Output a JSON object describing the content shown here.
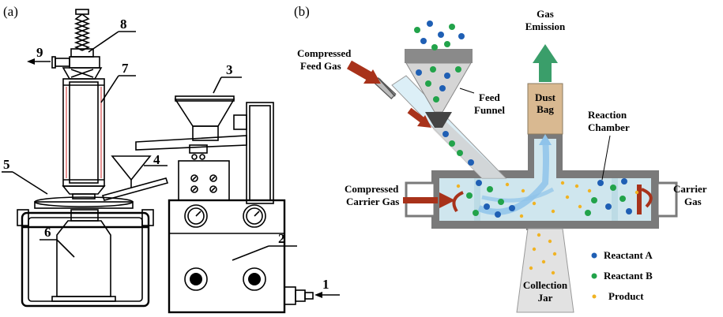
{
  "panels": [
    {
      "label": "(a)"
    },
    {
      "label": "(b)"
    }
  ],
  "panel_a": {
    "numbers": [
      "9",
      "8",
      "7",
      "3",
      "4",
      "5",
      "6",
      "2",
      "1"
    ]
  },
  "panel_b": {
    "labels": {
      "compressed_feed_gas_1": "Compressed",
      "compressed_feed_gas_2": "Feed Gas",
      "feed_funnel_1": "Feed",
      "feed_funnel_2": "Funnel",
      "gas_emission_1": "Gas",
      "gas_emission_2": "Emission",
      "dust_bag_1": "Dust",
      "dust_bag_2": "Bag",
      "reaction_chamber_1": "Reaction",
      "reaction_chamber_2": "Chamber",
      "compressed_carrier_gas_1": "Compressed",
      "compressed_carrier_gas_2": "Carrier Gas",
      "carrier_gas_1": "Carrier",
      "carrier_gas_2": "Gas",
      "collection_jar_1": "Collection",
      "collection_jar_2": "Jar"
    },
    "legend": [
      {
        "label": "Reactant A",
        "color": "#1f5fb4"
      },
      {
        "label": "Reactant B",
        "color": "#22a34a"
      },
      {
        "label": "Product",
        "color": "#f0b323"
      }
    ],
    "colors": {
      "arrow_red": "#a8321a",
      "arrow_green": "#3a9e6a",
      "dust_bag": "#d9b991",
      "chamber_fill": "#cfe6ee",
      "jar_fill": "#e2e2e2"
    }
  }
}
